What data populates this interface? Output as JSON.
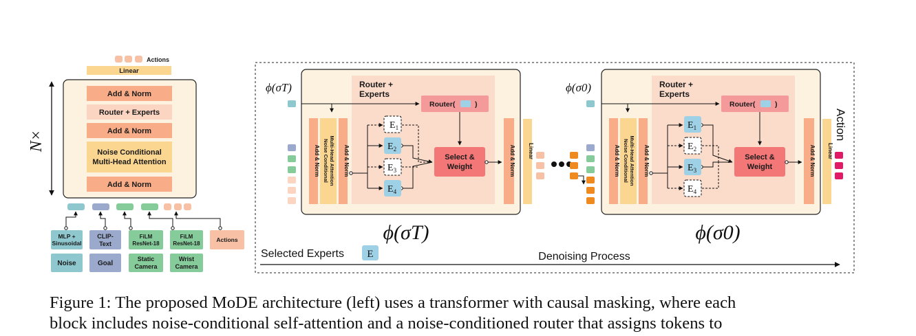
{
  "left": {
    "actions_label": "Actions",
    "linear_label": "Linear",
    "repeat_label": "N×",
    "blocks": [
      "Add & Norm",
      "Router + Experts",
      "Add & Norm",
      "Noise Conditional",
      "Multi-Head Attention",
      "Add & Norm"
    ],
    "encoders": [
      {
        "line1": "MLP +",
        "line2": "Sinusoidal"
      },
      {
        "line1": "CLIP-",
        "line2": "Text"
      },
      {
        "line1": "FiLM",
        "line2": "ResNet-18"
      },
      {
        "line1": "FiLM",
        "line2": "ResNet-18"
      },
      {
        "line1": "Actions",
        "line2": ""
      }
    ],
    "inputs": [
      {
        "line1": "Noise",
        "line2": ""
      },
      {
        "line1": "Goal",
        "line2": ""
      },
      {
        "line1": "Static",
        "line2": "Camera"
      },
      {
        "line1": "Wrist",
        "line2": "Camera"
      }
    ]
  },
  "right": {
    "panels": [
      {
        "input_label": "ϕ(σT)",
        "caption": "ϕ(σT)",
        "router_experts": [
          "Router +",
          "Experts"
        ],
        "router": "Router(",
        "router_close": ")",
        "select": [
          "Select &",
          "Weight"
        ],
        "experts": [
          {
            "label": "E",
            "sub": "1",
            "active": false
          },
          {
            "label": "E",
            "sub": "2",
            "active": true
          },
          {
            "label": "E",
            "sub": "3",
            "active": false
          },
          {
            "label": "E",
            "sub": "4",
            "active": true
          }
        ],
        "add_norm": "Add & Norm",
        "nca_line1": "Noise Conditional",
        "nca_line2": "Multi-Head Attention",
        "add_norm_right": "Add & Norm",
        "linear": "Linear"
      },
      {
        "input_label": "ϕ(σ0)",
        "caption": "ϕ(σ0)",
        "router_experts": [
          "Router +",
          "Experts"
        ],
        "router": "Router(",
        "router_close": ")",
        "select": [
          "Select &",
          "Weight"
        ],
        "experts": [
          {
            "label": "E",
            "sub": "1",
            "active": true
          },
          {
            "label": "E",
            "sub": "2",
            "active": false
          },
          {
            "label": "E",
            "sub": "3",
            "active": true
          },
          {
            "label": "E",
            "sub": "4",
            "active": false
          }
        ],
        "add_norm": "Add & Norm",
        "nca_line1": "Noise Conditional",
        "nca_line2": "Multi-Head Attention",
        "add_norm_right": "Add & Norm",
        "linear": "Linear"
      }
    ],
    "action_label": "Action",
    "selected_experts_label": "Selected Experts",
    "selected_experts_symbol": "E",
    "denoising_label": "Denoising Process"
  },
  "caption": {
    "line1": "Figure 1: The proposed MoDE architecture (left) uses a transformer with causal masking, where each",
    "line2": "block includes noise-conditional self-attention and a noise-conditioned router that assigns tokens to"
  },
  "colors": {
    "orange_block": "#f8ad88",
    "light_orange": "#fbd5c2",
    "yellow_block": "#fbd691",
    "panel_bg": "#fdf2e0",
    "router_area": "#fbdccb",
    "router_red": "#f59a9a",
    "select_red": "#f37777",
    "expert_blue": "#9fd1e6",
    "token_teal": "#8fc7cf",
    "token_grey": "#9aa9cc",
    "token_green": "#86cb9a",
    "token_orange": "#ee8a1f",
    "action_pink": "#e01a66"
  }
}
